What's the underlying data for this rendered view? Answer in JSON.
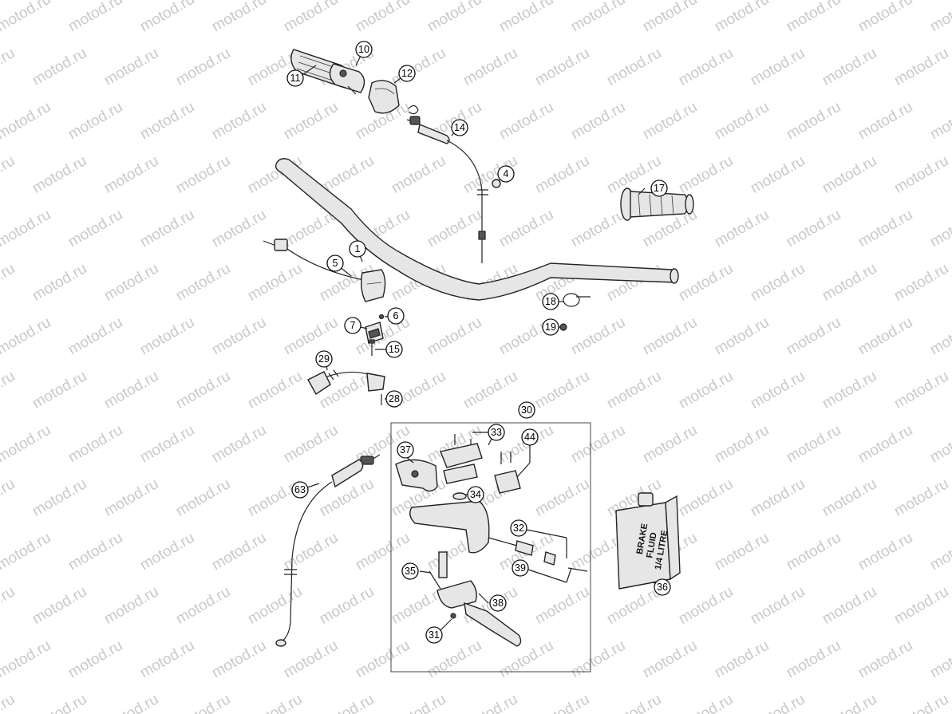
{
  "watermark": "motod.ru",
  "callouts": [
    "1",
    "4",
    "5",
    "6",
    "7",
    "10",
    "11",
    "12",
    "14",
    "15",
    "17",
    "18",
    "19",
    "28",
    "29",
    "30",
    "31",
    "32",
    "33",
    "34",
    "35",
    "36",
    "37",
    "38",
    "39",
    "44",
    "63"
  ],
  "bottle_label": [
    "BRAKE",
    "FLUID",
    "1/4 LITRE"
  ]
}
